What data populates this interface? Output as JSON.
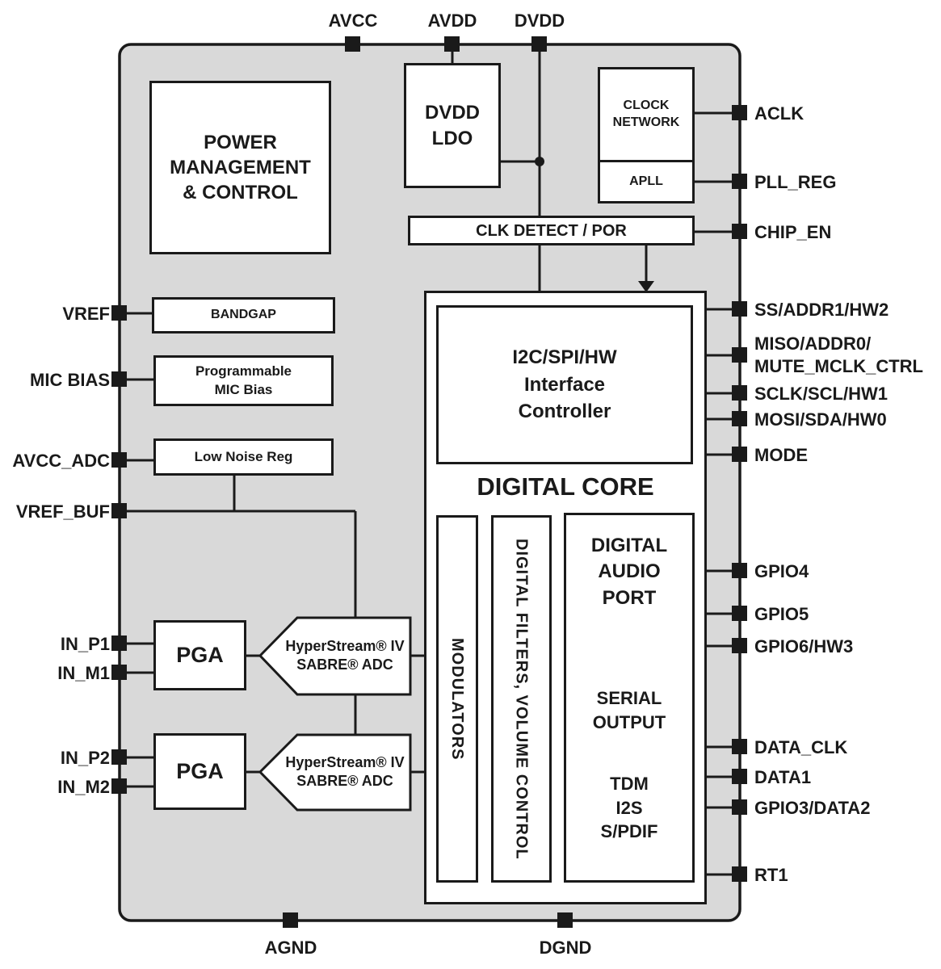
{
  "pins": {
    "top": [
      "AVCC",
      "AVDD",
      "DVDD"
    ],
    "bottom": [
      "AGND",
      "DGND"
    ],
    "left": [
      "VREF",
      "MIC BIAS",
      "AVCC_ADC",
      "VREF_BUF",
      "IN_P1",
      "IN_M1",
      "IN_P2",
      "IN_M2"
    ],
    "right": [
      "ACLK",
      "PLL_REG",
      "CHIP_EN",
      "SS/ADDR1/HW2",
      "MISO/ADDR0/\nMUTE_MCLK_CTRL",
      "SCLK/SCL/HW1",
      "MOSI/SDA/HW0",
      "MODE",
      "GPIO4",
      "GPIO5",
      "GPIO6/HW3",
      "DATA_CLK",
      "DATA1",
      "GPIO3/DATA2",
      "RT1"
    ]
  },
  "blocks": {
    "power_mgmt": "POWER\nMANAGEMENT\n& CONTROL",
    "dvdd_ldo": "DVDD\nLDO",
    "clock_network": "CLOCK\nNETWORK",
    "apll": "APLL",
    "clk_detect": "CLK DETECT / POR",
    "bandgap": "BANDGAP",
    "prog_mic_bias": "Programmable\nMIC Bias",
    "low_noise_reg": "Low Noise Reg",
    "digital_core": "DIGITAL CORE",
    "interface_controller": "I2C/SPI/HW\nInterface\nController",
    "modulators": "MODULATORS",
    "digital_filters": "DIGITAL FILTERS, VOLUME CONTROL",
    "digital_audio_port": "DIGITAL\nAUDIO\nPORT",
    "serial_output": "SERIAL\nOUTPUT",
    "tdm_modes": "TDM\nI2S\nS/PDIF",
    "pga1": "PGA",
    "pga2": "PGA",
    "adc1": "HyperStream® IV\nSABRE® ADC",
    "adc2": "HyperStream® IV\nSABRE® ADC"
  },
  "colors": {
    "chip_fill": "#d9d9d9",
    "line": "#1a1a1a",
    "block_fill": "#ffffff"
  }
}
